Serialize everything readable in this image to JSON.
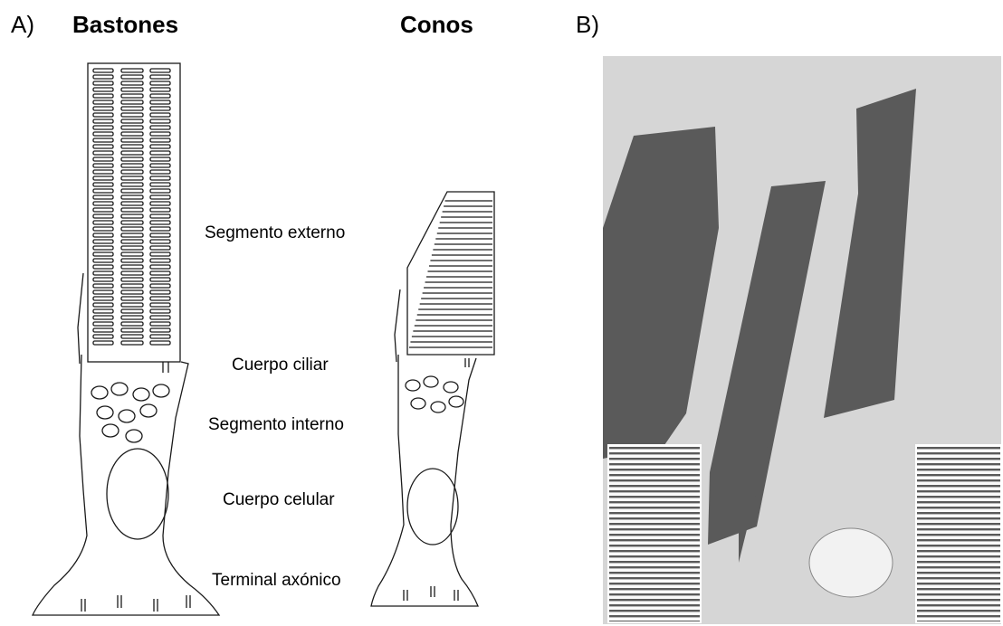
{
  "panel_a": {
    "letter": "A)",
    "rods_title": "Bastones",
    "cones_title": "Conos",
    "labels": {
      "outer_segment": "Segmento externo",
      "ciliary_body": "Cuerpo ciliar",
      "inner_segment": "Segmento interno",
      "cell_body": "Cuerpo celular",
      "axon_terminal": "Terminal axónico"
    }
  },
  "panel_b": {
    "letter": "B)"
  },
  "colors": {
    "ink": "#1a1a1a",
    "micrograph_background": "#d6d6d6",
    "micrograph_dark": "#5a5a5a"
  }
}
